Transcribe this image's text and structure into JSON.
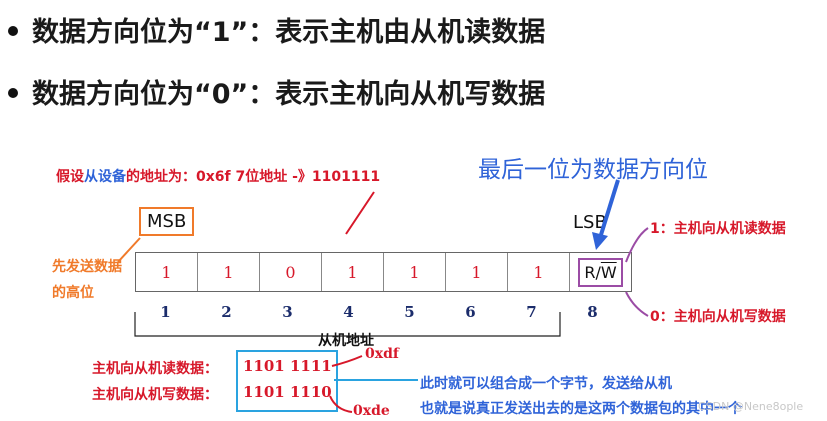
{
  "bullets": [
    {
      "text": "数据方向位为“1”：表示主机由从机读数据"
    },
    {
      "text": "数据方向位为“0”：表示主机向从机写数据"
    }
  ],
  "address_line": {
    "part1": "假设",
    "part2": "从设备",
    "part3": "的地址为：0x6f  7位地址 -》1101111"
  },
  "direction_title": "最后一位为数据方向位",
  "msb": "MSB",
  "lsb": "LSB",
  "register_bits": [
    "1",
    "1",
    "0",
    "1",
    "1",
    "1",
    "1"
  ],
  "rw": {
    "r": "R/",
    "w": "W"
  },
  "bit_index": [
    "1",
    "2",
    "3",
    "4",
    "5",
    "6",
    "7",
    "8"
  ],
  "slave_address_label": "从机地址",
  "first_send_note": {
    "line1": "先发送数据",
    "line2": "的高位"
  },
  "read_note": "1：主机向从机读数据",
  "write_note": "0：主机向从机写数据",
  "read_row": {
    "label": "主机向从机读数据：",
    "bits": "1101 1111",
    "hex": "0xdf"
  },
  "write_row": {
    "label": "主机向从机写数据：",
    "bits": "1101 1110",
    "hex": "0xde"
  },
  "explain": {
    "line1": "此时就可以组合成一个字节，发送给从机",
    "line2": "也就是说真正发送出去的是这两个数据包的其中一个"
  },
  "watermark": "CSDN @Nene8ople",
  "colors": {
    "red": "#d7182a",
    "blue": "#2f63d8",
    "orange": "#f07a2a",
    "purple": "#9b4ca5",
    "cyan": "#2aa3e0"
  }
}
